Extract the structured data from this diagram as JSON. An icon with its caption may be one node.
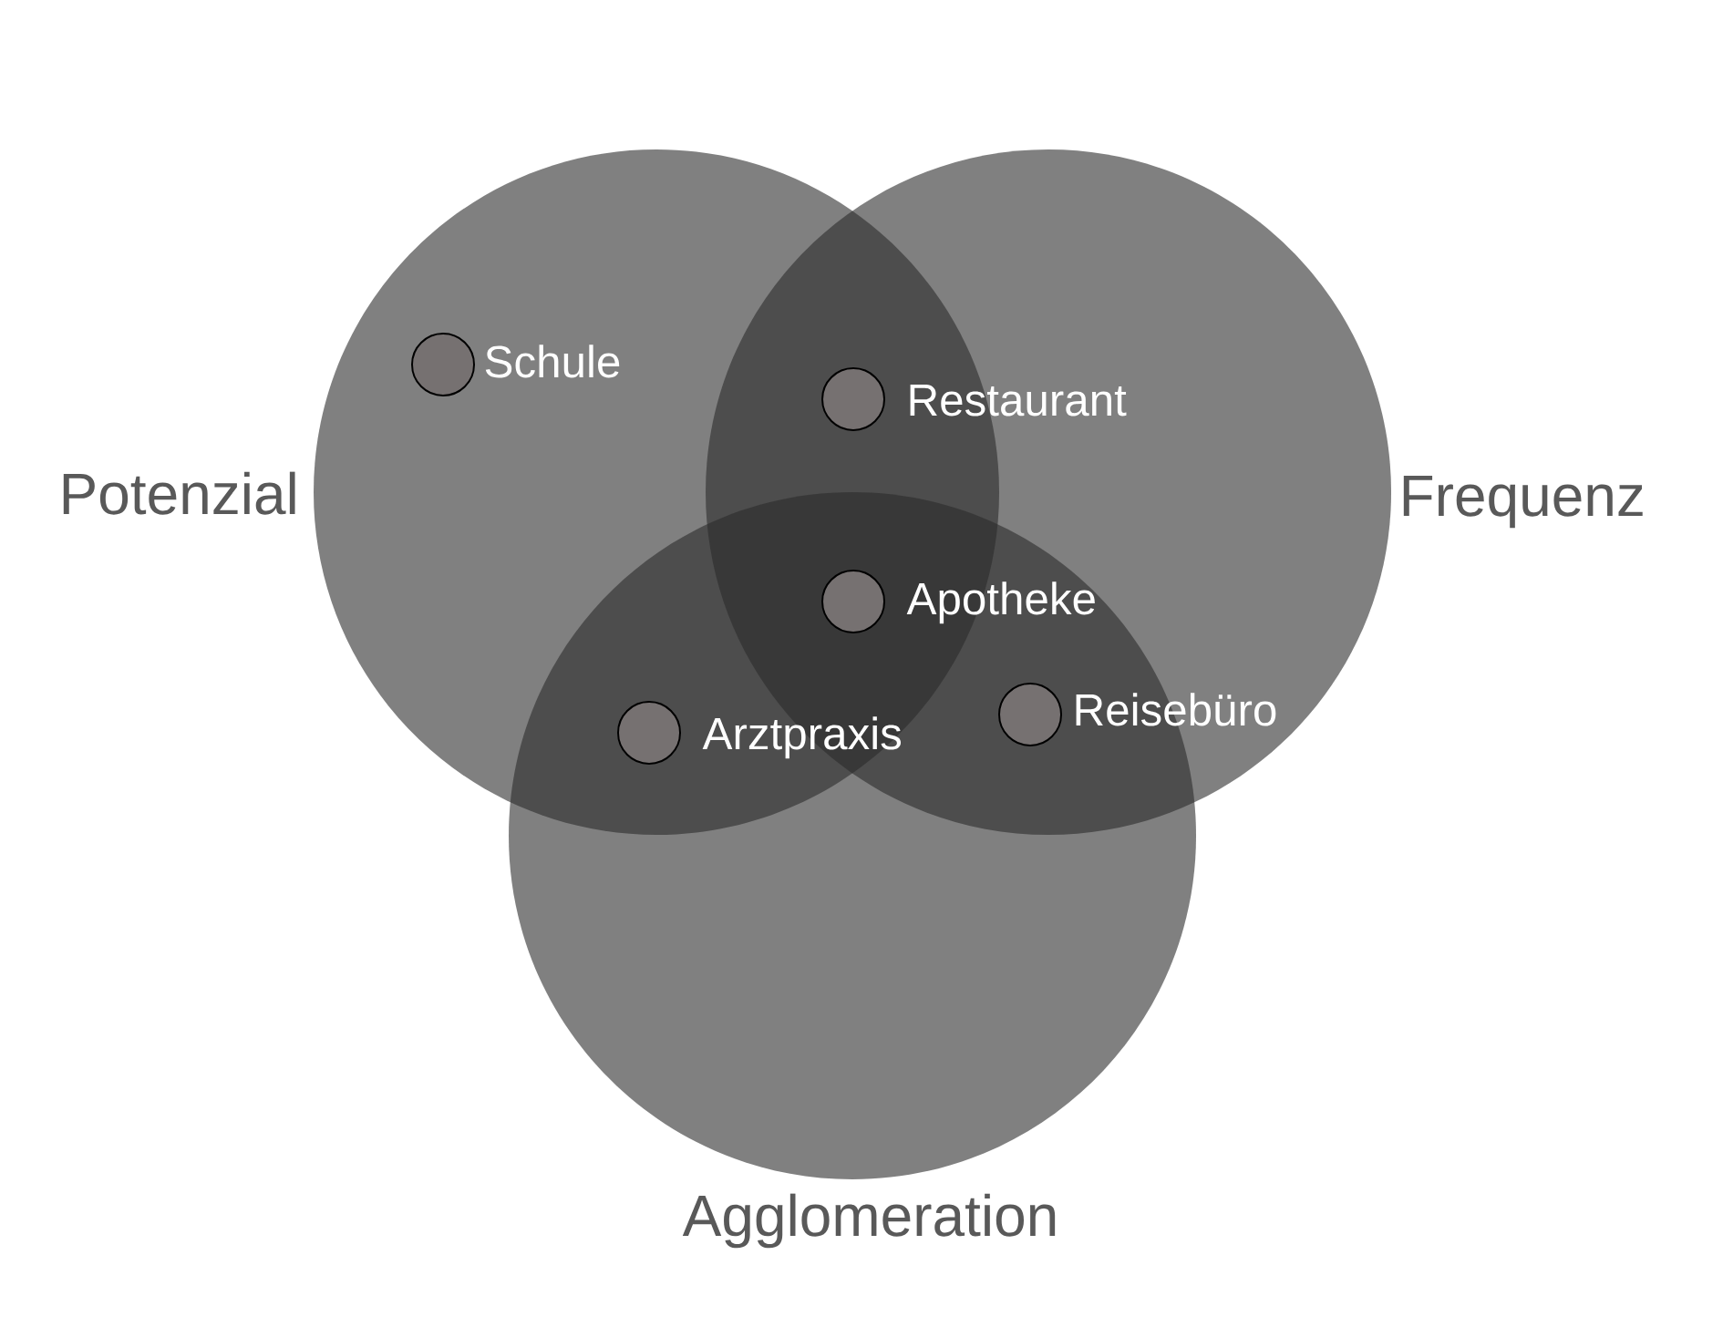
{
  "diagram": {
    "nodes": [
      {
        "text": [
          "Potenzial"
        ]
      },
      {
        "text": [
          "Frequenz"
        ]
      },
      {
        "text": [
          "Agglomeration"
        ]
      },
      {
        "text": [],
        "shape": "circle",
        "beside": [
          "Schule"
        ],
        "in": 0
      },
      {
        "text": [],
        "shape": "circle",
        "beside": [
          "Restaurant"
        ]
      },
      {
        "text": [],
        "shape": "circle",
        "beside": [
          "Apotheke"
        ]
      },
      {
        "text": [],
        "shape": "circle",
        "beside": [
          "Arztpraxis"
        ]
      },
      {
        "text": [],
        "shape": "circle",
        "beside": [
          "Reisebüro"
        ]
      }
    ]
  }
}
